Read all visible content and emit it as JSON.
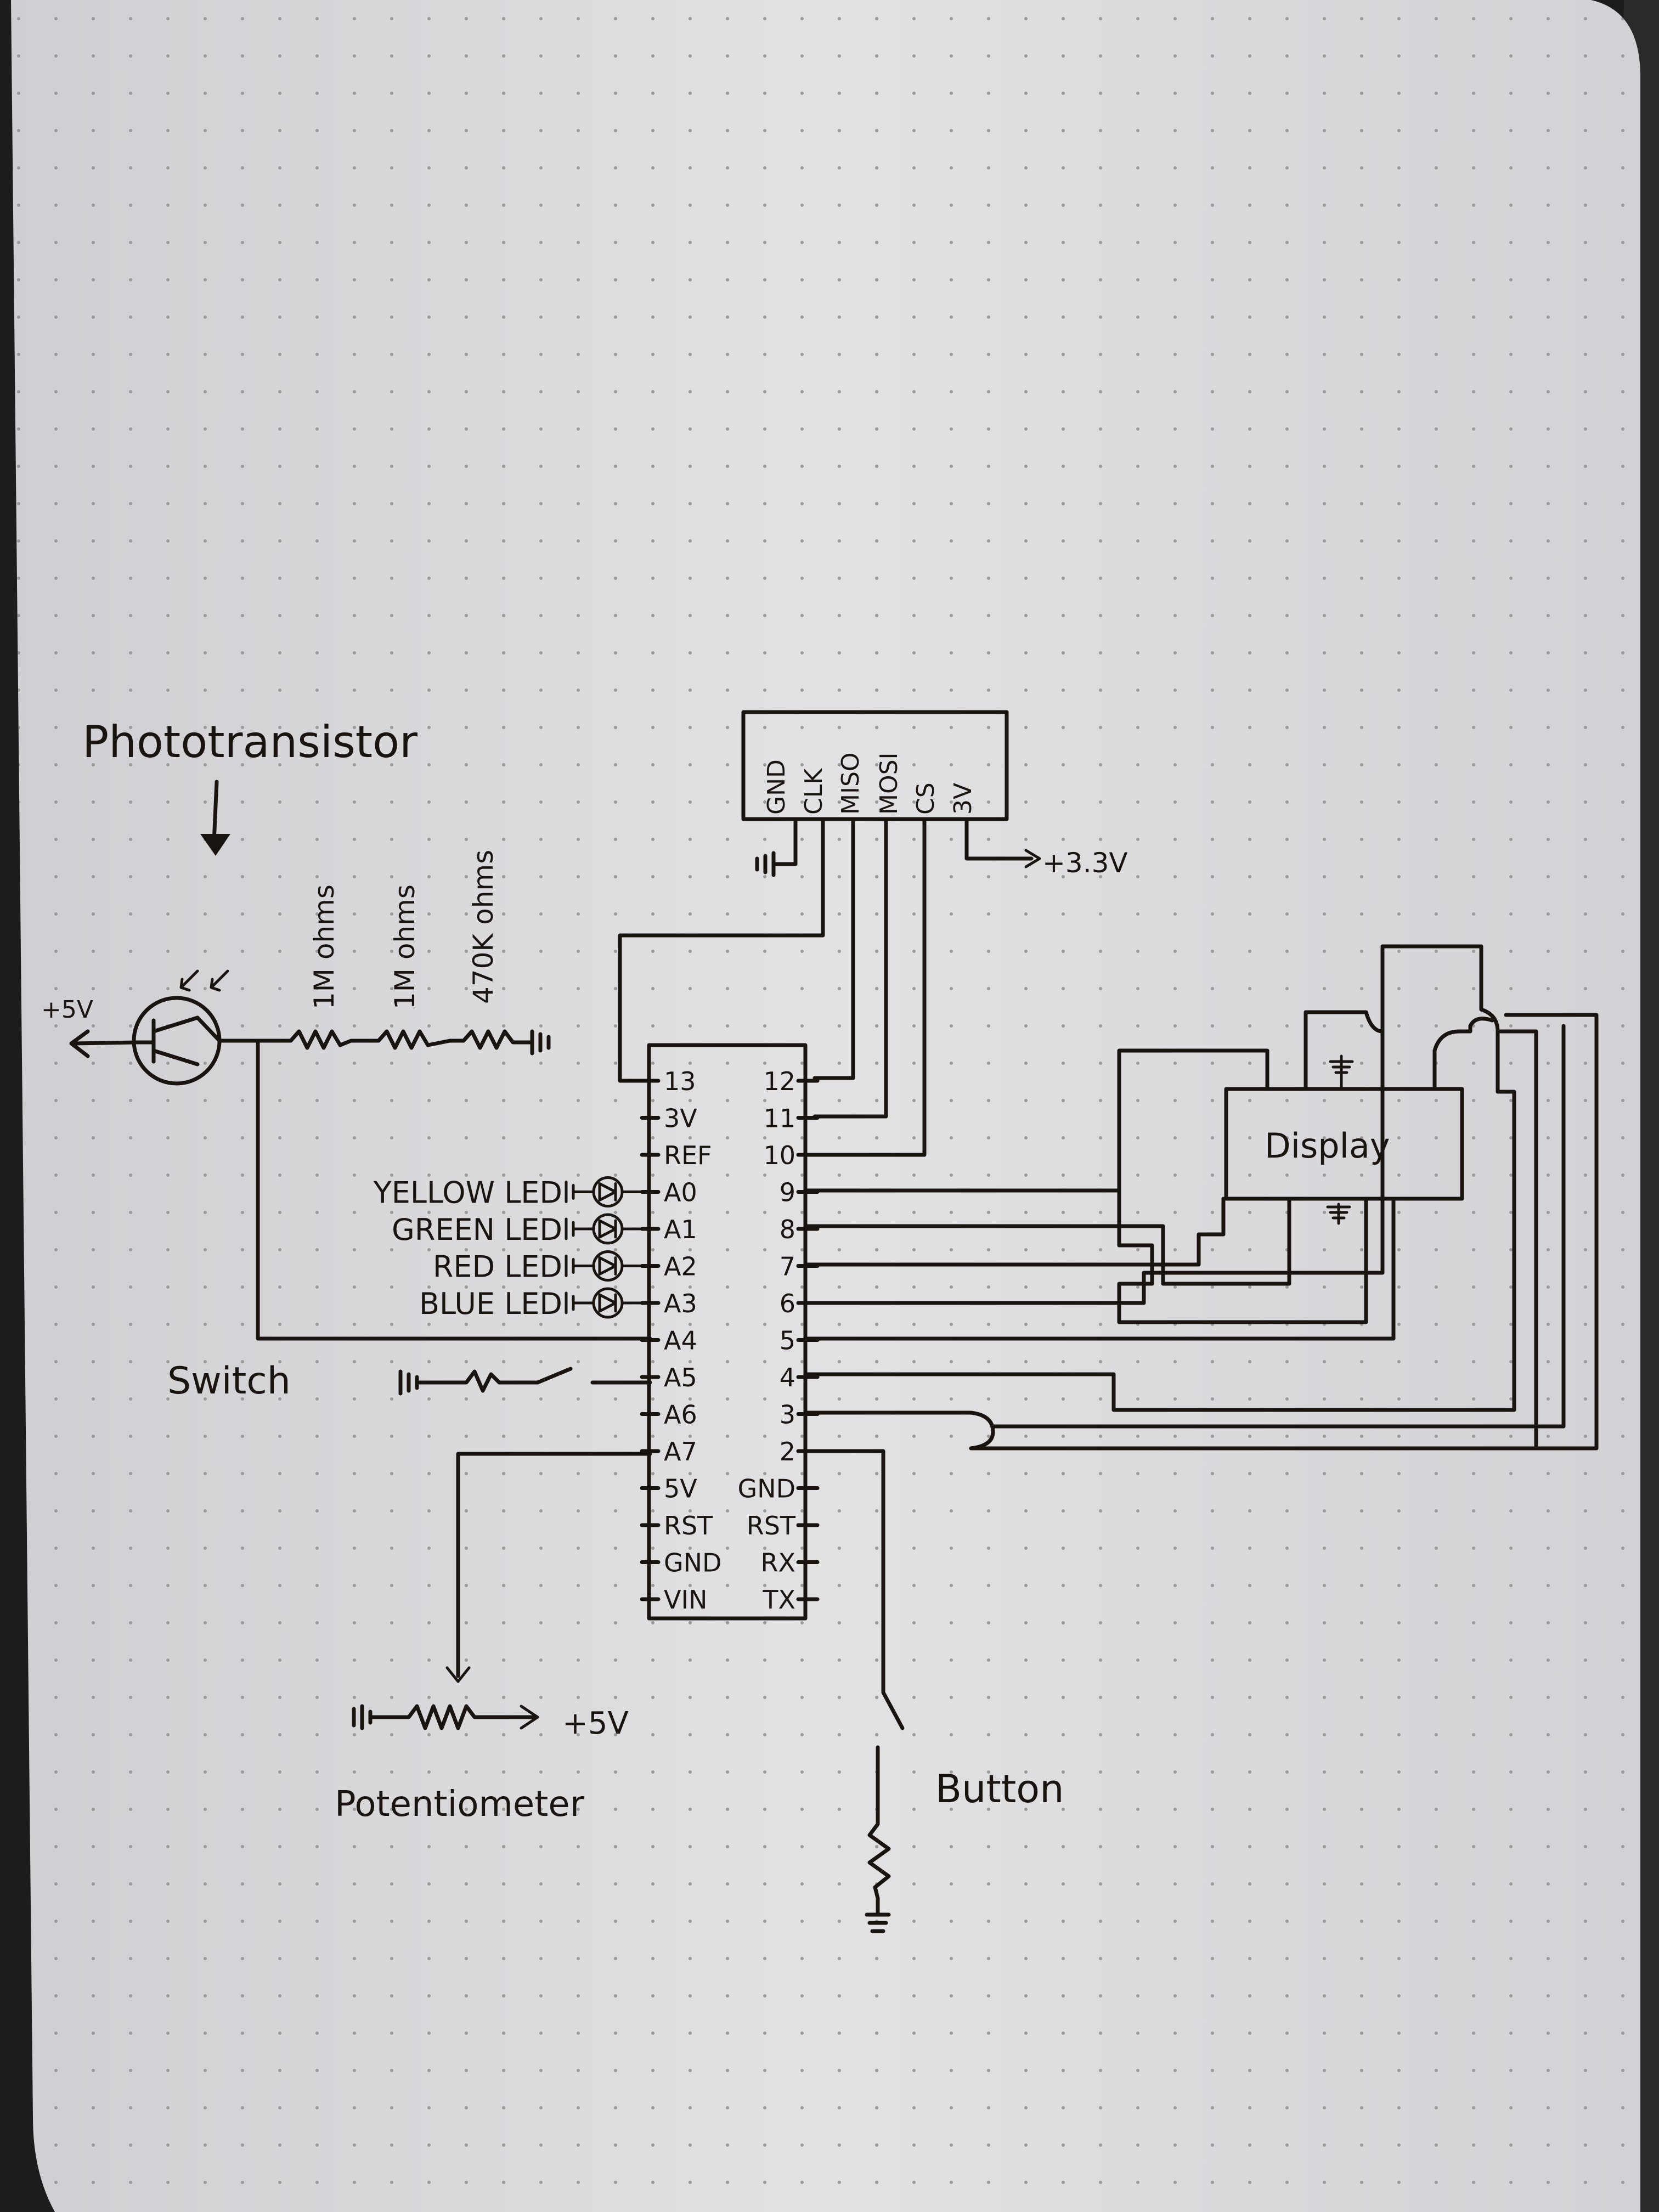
{
  "title": "Phototransistor",
  "phototransistor": {
    "supply": "+5V",
    "resistors": [
      "1M ohms",
      "1M ohms",
      "470K ohms"
    ]
  },
  "sd_module": {
    "pins": [
      "GND",
      "CLK",
      "MISO",
      "MOSI",
      "CS",
      "3V"
    ],
    "supply": "+3.3V"
  },
  "microcontroller": {
    "left_pins": [
      "13",
      "3V",
      "REF",
      "A0",
      "A1",
      "A2",
      "A3",
      "A4",
      "A5",
      "A6",
      "A7",
      "5V",
      "RST",
      "GND",
      "VIN"
    ],
    "right_pins": [
      "12",
      "11",
      "10",
      "9",
      "8",
      "7",
      "6",
      "5",
      "4",
      "3",
      "2",
      "GND",
      "RST",
      "RX",
      "TX"
    ]
  },
  "leds": [
    "YELLOW LED",
    "GREEN LED",
    "RED LED",
    "BLUE LED"
  ],
  "switch_label": "Switch",
  "display_label": "Display",
  "potentiometer": {
    "label": "Potentiometer",
    "supply": "+5V"
  },
  "button_label": "Button"
}
